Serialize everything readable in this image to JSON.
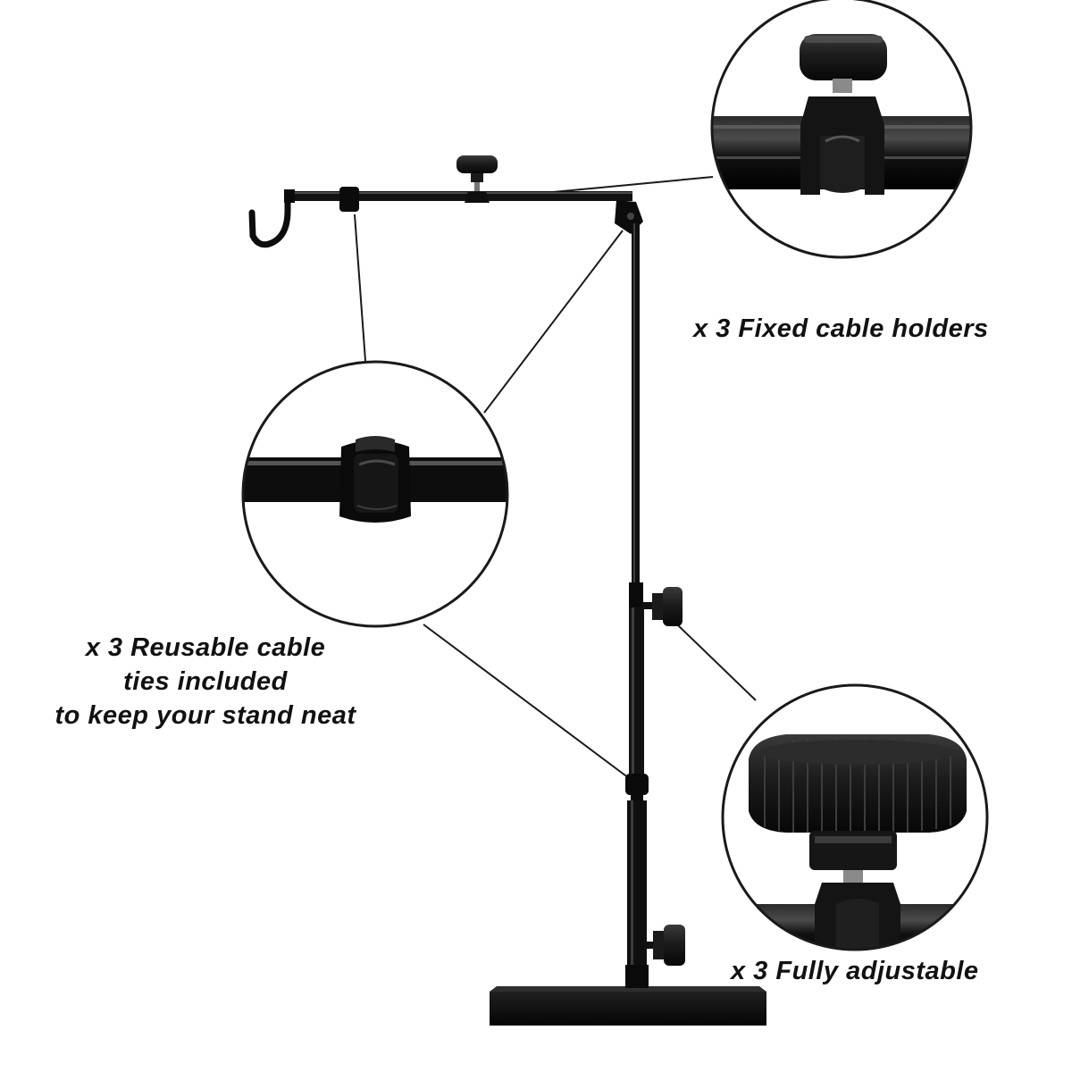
{
  "callouts": {
    "fixed_holders": "x 3 Fixed cable holders",
    "reusable_ties": [
      "x 3 Reusable cable",
      "ties included",
      "to keep your stand neat"
    ],
    "adjustable": "x 3 Fully adjustable"
  },
  "colors": {
    "background": "#ffffff",
    "metal": "#111111",
    "ring": "#1a1a1a",
    "highlight": "#5a5a5a"
  },
  "icons": {
    "stand": "product-stand-image",
    "detail_1": "cable-holder-zoom",
    "detail_2": "cable-tie-zoom",
    "detail_3": "adjustment-knob-zoom"
  }
}
